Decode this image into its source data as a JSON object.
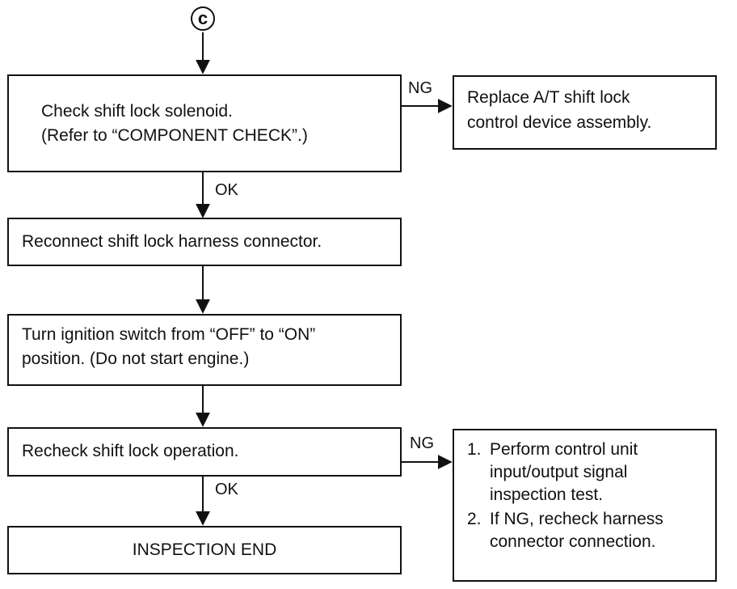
{
  "connector": {
    "label": "c"
  },
  "boxes": {
    "check_solenoid": {
      "line1": "Check shift lock solenoid.",
      "line2": "(Refer to “COMPONENT CHECK”.)"
    },
    "replace_device": {
      "line1": "Replace A/T shift lock",
      "line2": "control device assembly."
    },
    "reconnect": {
      "line1": "Reconnect shift lock harness connector."
    },
    "ignition": {
      "line1": "Turn ignition switch from “OFF” to “ON”",
      "line2": "position. (Do not start engine.)"
    },
    "recheck": {
      "line1": "Recheck shift lock operation."
    },
    "end": {
      "line1": "INSPECTION END"
    },
    "remedy": {
      "items": [
        {
          "num": "1.",
          "lines": [
            "Perform control unit",
            "input/output signal",
            "inspection test."
          ]
        },
        {
          "num": "2.",
          "lines": [
            "If NG, recheck harness",
            "connector connection."
          ]
        }
      ]
    }
  },
  "labels": {
    "ng_1": "NG",
    "ok_1": "OK",
    "ng_2": "NG",
    "ok_2": "OK"
  }
}
